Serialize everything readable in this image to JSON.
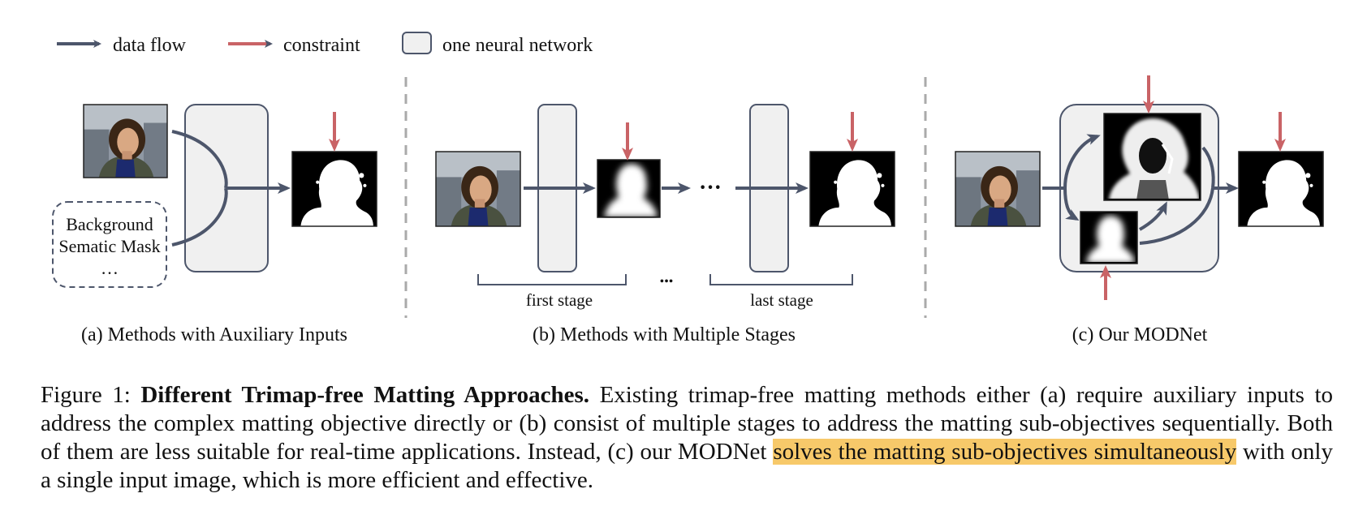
{
  "legend": {
    "data_flow": "data flow",
    "constraint": "constraint",
    "network": "one neural network"
  },
  "colors": {
    "flow": "#4d566b",
    "constraint": "#c96366",
    "network_fill": "#f0f0f0",
    "network_stroke": "#4d566b",
    "highlight": "#f7c96a",
    "divider": "#aaaaaa"
  },
  "panel_a": {
    "aux_line1": "Background",
    "aux_line2": "Sematic Mask",
    "aux_line3": "…",
    "caption": "(a) Methods with Auxiliary Inputs"
  },
  "panel_b": {
    "ellipsis": "···",
    "stage_ellipsis": "•••",
    "first_stage": "first stage",
    "last_stage": "last stage",
    "caption": "(b) Methods with Multiple Stages"
  },
  "panel_c": {
    "caption": "(c) Our MODNet"
  },
  "caption": {
    "label": "Figure 1: ",
    "title": "Different Trimap-free Matting Approaches.",
    "text1": " Existing trimap-free matting methods either (a) require auxiliary inputs to address the complex matting objective directly or (b) consist of multiple stages to address the matting sub-objectives sequentially. Both of them are less suitable for real-time applications. Instead, (c) our MODNet ",
    "highlight": "solves the matting sub-objectives simultaneously",
    "text2": " with only a single input image, which is more efficient and effective."
  }
}
